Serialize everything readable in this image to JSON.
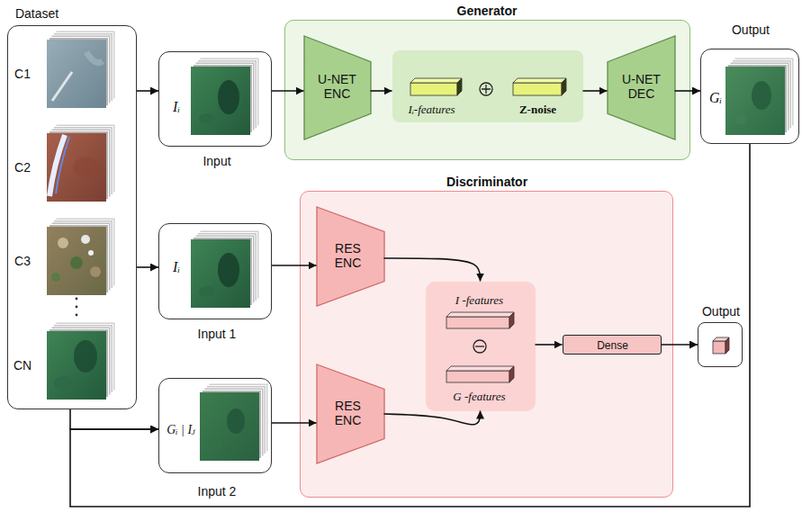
{
  "diagram": {
    "nodes": [
      {
        "text": [
          "Dataset"
        ]
      },
      {
        "text": [
          "Iᵢ",
          "Input"
        ]
      },
      {
        "text": [
          "Generator"
        ]
      },
      {
        "text": [
          "U-NET ENC"
        ],
        "in": 2
      },
      {
        "text": [
          "Iᵢ-features",
          "Z-noise"
        ],
        "in": 2
      },
      {
        "text": [
          "U-NET DEC"
        ],
        "in": 2
      },
      {
        "text": [
          "Output",
          "Gᵢ"
        ]
      },
      {
        "text": [
          "Discriminator"
        ]
      },
      {
        "text": [
          "Iᵢ",
          "Input 1"
        ]
      },
      {
        "text": [
          "Gᵢ | Iⱼ",
          "Input 2"
        ]
      },
      {
        "text": [
          "RES ENC"
        ],
        "in": 7
      },
      {
        "text": [
          "RES ENC"
        ],
        "in": 7
      },
      {
        "text": [
          "I -features",
          "G -features"
        ],
        "in": 7
      },
      {
        "text": [
          "Dense"
        ],
        "in": 7
      },
      {
        "text": [
          "Output"
        ]
      }
    ],
    "edges": [
      {
        "from": 0,
        "to": 1,
        "arrow": "to"
      },
      {
        "from": 1,
        "to": 3,
        "arrow": "to"
      },
      {
        "from": 3,
        "to": 4,
        "arrow": "to"
      },
      {
        "from": 4,
        "to": 5,
        "arrow": "to"
      },
      {
        "from": 5,
        "to": 6,
        "arrow": "to"
      },
      {
        "from": 0,
        "to": 8,
        "arrow": "to"
      },
      {
        "from": 8,
        "to": 10,
        "arrow": "to"
      },
      {
        "from": 10,
        "to": 12,
        "arrow": "to"
      },
      {
        "from": 0,
        "to": 9,
        "arrow": "to"
      },
      {
        "from": 6,
        "to": 9,
        "arrow": "to"
      },
      {
        "from": 9,
        "to": 11,
        "arrow": "to"
      },
      {
        "from": 11,
        "to": 12,
        "arrow": "to"
      },
      {
        "from": 12,
        "to": 13,
        "arrow": "to"
      },
      {
        "from": 13,
        "to": 14,
        "arrow": "to"
      }
    ],
    "labels": [
      "C1",
      "C2",
      "C3",
      "CN"
    ]
  }
}
